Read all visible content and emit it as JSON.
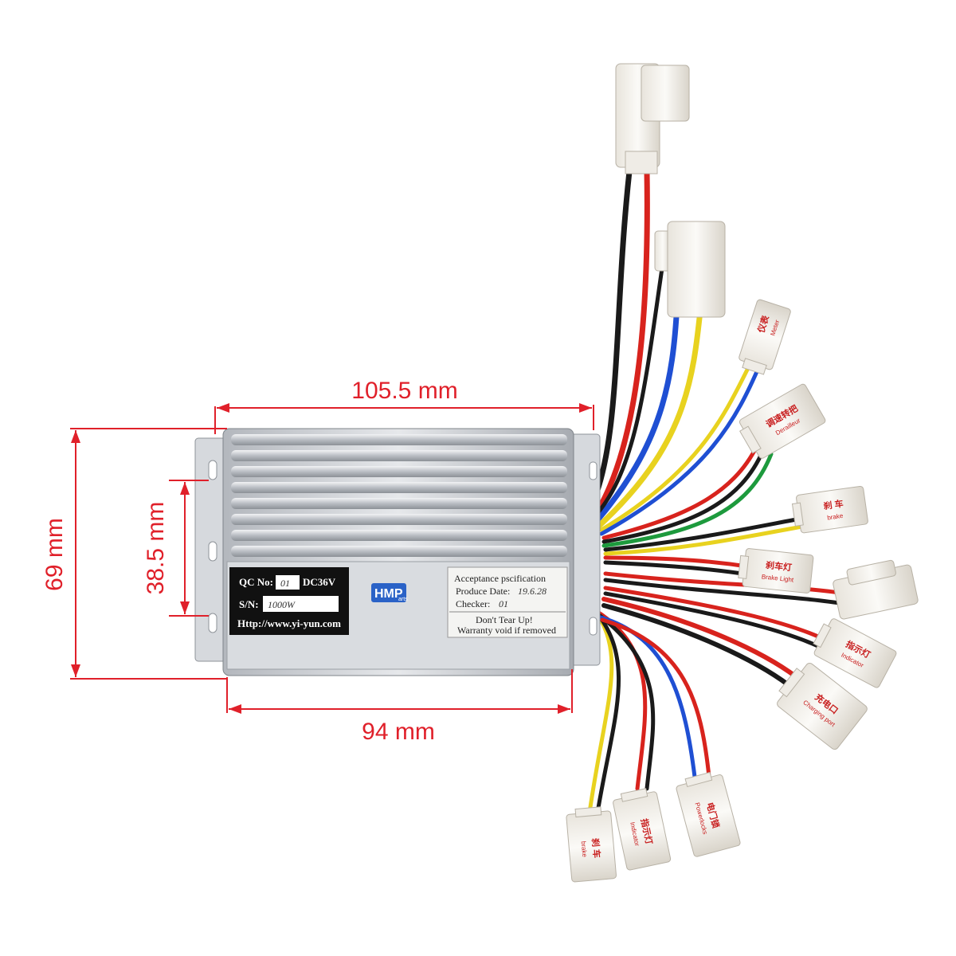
{
  "colors": {
    "dimension": "#e0202a",
    "housing": "#c9ccd0",
    "label_bg": "#111111"
  },
  "dimensions": {
    "length_top": "105.5 mm",
    "length_bottom": "94 mm",
    "height_outer": "69 mm",
    "height_inner": "38.5 mm"
  },
  "left_label": {
    "qc_prefix": "QC No:",
    "qc_value": "01",
    "voltage": "DC36V",
    "sn_prefix": "S/N:",
    "sn_value": "1000W",
    "url": "Http://www.yi-yun.com"
  },
  "brand": {
    "logo": "HMP",
    "logo_sub": "arts"
  },
  "right_label": {
    "title": "Acceptance pscification",
    "produce_prefix": "Produce Date:",
    "produce_value": "19.6.28",
    "checker_prefix": "Checker:",
    "checker_value": "01",
    "notice": "Don't Tear Up!",
    "warranty": "Warranty void if  removed"
  },
  "connectors": {
    "meter": {
      "cn": "仪表",
      "en": "Meter"
    },
    "derailleur": {
      "cn": "调速转把",
      "en": "Derailleur"
    },
    "brake": {
      "cn": "刹 车",
      "en": "brake"
    },
    "brake_light": {
      "cn": "刹车灯",
      "en": "Brake Light"
    },
    "indicator": {
      "cn": "指示灯",
      "en": "Indicator"
    },
    "charging": {
      "cn": "充电口",
      "en": "Charging port"
    },
    "brake2": {
      "cn": "刹 车",
      "en": "brake"
    },
    "indicator2": {
      "cn": "指示灯",
      "en": "Indicator"
    },
    "powerlock": {
      "cn": "电门锁",
      "en": "Powerlocks"
    }
  }
}
